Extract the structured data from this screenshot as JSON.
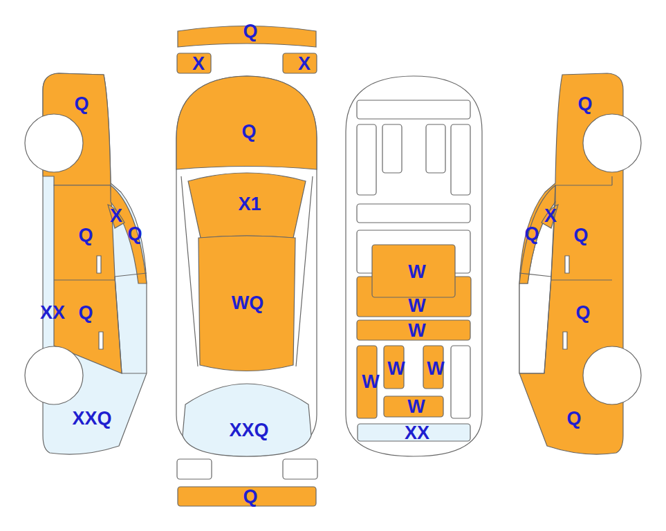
{
  "diagram": {
    "labels": [
      "Q",
      "X",
      "X",
      "Q",
      "X1",
      "WQ",
      "XXQ",
      "Q",
      "Q",
      "X",
      "Q",
      "Q",
      "XX",
      "Q",
      "XXQ",
      "Q",
      "X",
      "Q",
      "Q",
      "Q",
      "Q",
      "W",
      "W",
      "W",
      "W",
      "W",
      "W",
      "W",
      "XX"
    ]
  }
}
